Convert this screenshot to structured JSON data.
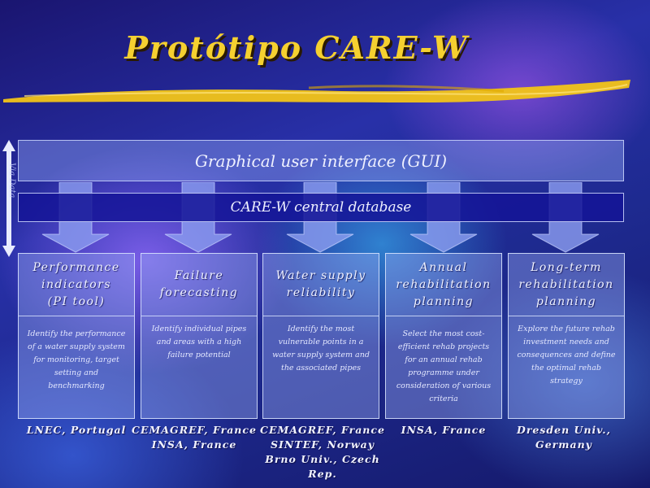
{
  "title": "Protótipo CARE-W",
  "side_label": "Via Data",
  "gui_label": "Graphical user interface (GUI)",
  "database_label": "CARE-W central database",
  "modules": [
    {
      "title": "Performance\nindicators\n(PI tool)",
      "description": "Identify the performance of a water supply system for monitoring, target setting and benchmarking",
      "partners": "LNEC, Portugal"
    },
    {
      "title": "Failure\nforecasting",
      "description": "Identify individual pipes and areas with a high failure potential",
      "partners": "CEMAGREF, France\nINSA, France"
    },
    {
      "title": "Water supply\nreliability",
      "description": "Identify the most vulnerable points in a water supply system and the associated pipes",
      "partners": "CEMAGREF, France\nSINTEF, Norway\nBrno Univ., Czech Rep."
    },
    {
      "title": "Annual\nrehabilitation\nplanning",
      "description": "Select the most cost-efficient rehab projects for an annual rehab programme under consideration of various criteria",
      "partners": "INSA, France"
    },
    {
      "title": "Long-term\nrehabilitation\nplanning",
      "description": "Explore the future rehab investment needs and consequences and define the optimal rehab strategy",
      "partners": "Dresden Univ.,\nGermany"
    }
  ],
  "colors": {
    "title": "#f5d030",
    "brush": "#f2c418",
    "database_fill": "#14149a",
    "arrow_fill": "#8c9ef0"
  }
}
